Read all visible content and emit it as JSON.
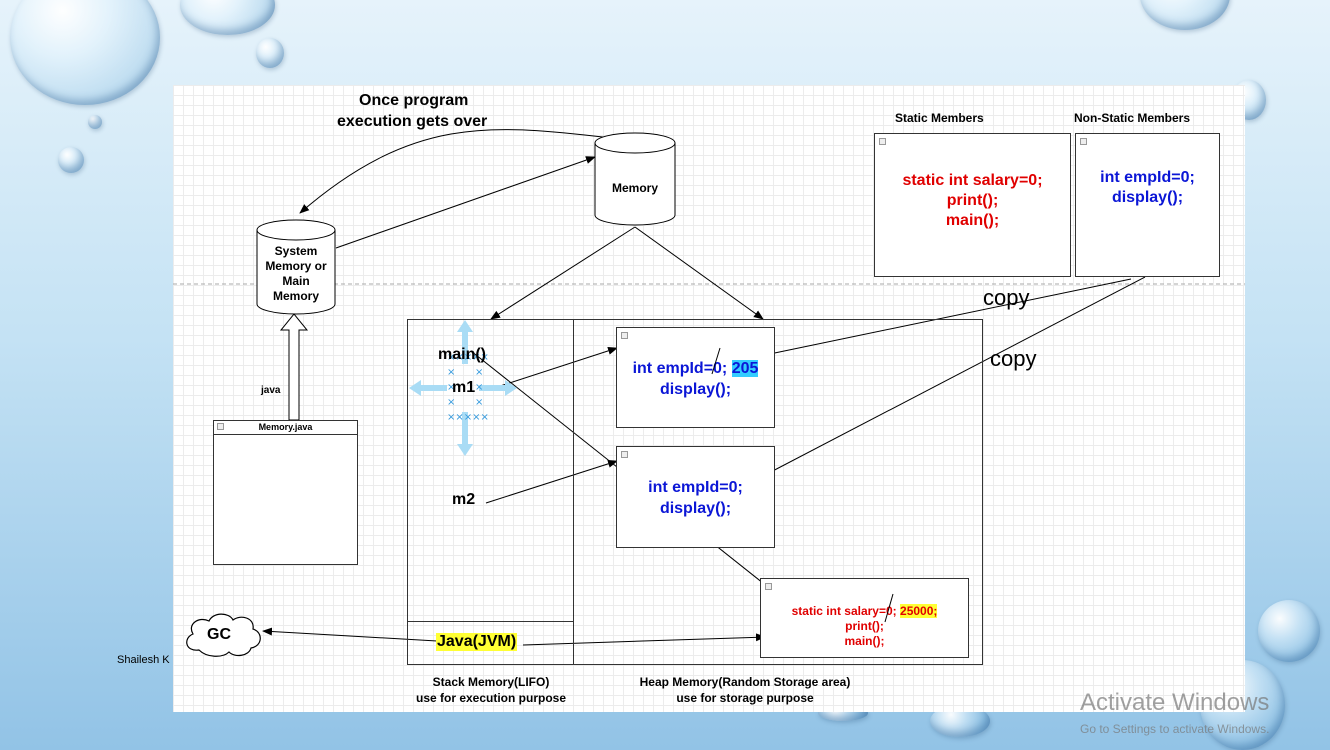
{
  "author": "Shailesh K",
  "diagram": {
    "note_line1": "Once program",
    "note_line2": "execution gets over",
    "memory_cylinder": "Memory",
    "system_memory": [
      "System",
      "Memory or",
      "Main",
      "Memory"
    ],
    "java_label": "java",
    "file_window_title": "Memory.java",
    "static_members_title": "Static Members",
    "non_static_members_title": "Non-Static Members",
    "static_box_lines": [
      "static int salary=0;",
      "print();",
      "main();"
    ],
    "non_static_box_lines": [
      "int empId=0;",
      "display();"
    ],
    "copy_label_1": "copy",
    "copy_label_2": "copy",
    "stack_items": [
      "main()",
      "m1",
      "m2"
    ],
    "jvm_label": "Java(JVM)",
    "gc_label": "GC",
    "heap_obj1_line1": "int empId=0;",
    "heap_obj1_value": "205",
    "heap_obj1_line2": "display();",
    "heap_obj2_line1": "int empId=0;",
    "heap_obj2_line2": "display();",
    "heap_static_line1": "static int salary=0;",
    "heap_static_value": "25000;",
    "heap_static_line2": "print();",
    "heap_static_line3": "main();",
    "stack_caption_1": "Stack Memory(LIFO)",
    "stack_caption_2": "use for execution purpose",
    "heap_caption_1": "Heap Memory(Random Storage area)",
    "heap_caption_2": "use for storage purpose"
  },
  "watermark": {
    "line1": "Activate Windows",
    "line2": "Go to Settings to activate Windows."
  },
  "colors": {
    "code_blue": "#0b16d6",
    "code_red": "#e00000",
    "highlight_yellow": "#ffff33",
    "highlight_cyan": "#33ccff"
  }
}
